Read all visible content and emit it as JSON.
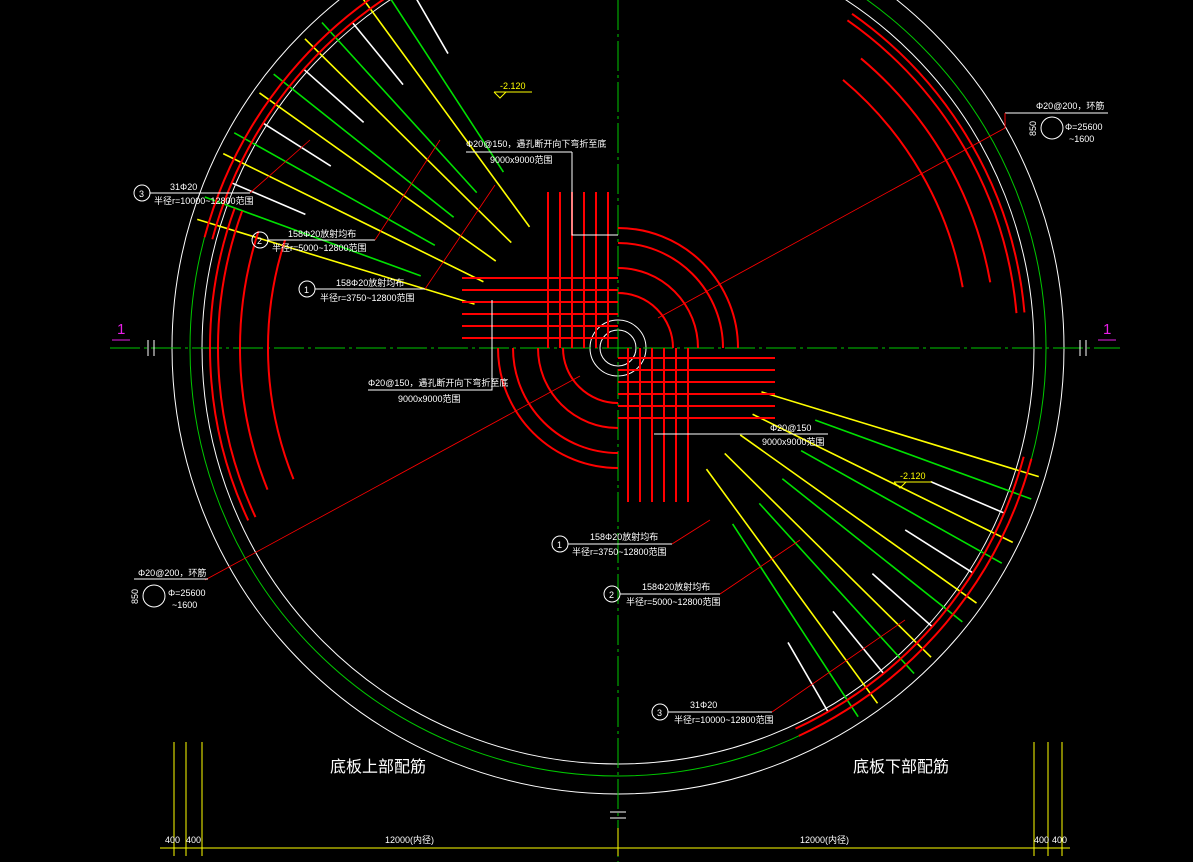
{
  "drawing": {
    "section_mark_left": "1",
    "section_mark_right": "1",
    "level_top": "-2.120",
    "level_bottom": "-2.120",
    "title_left": "底板上部配筋",
    "title_right": "底板下部配筋",
    "dim_left_a": "400",
    "dim_left_b": "400",
    "dim_left_main": "12000(内径)",
    "dim_right_main": "12000(内径)",
    "dim_right_a": "400",
    "dim_right_b": "400"
  },
  "callouts_upper": {
    "c3_num": "3",
    "c3_l1": "31Φ20",
    "c3_l2": "半径r=10000~12800范围",
    "c2_num": "2",
    "c2_l1": "158Φ20放射均布",
    "c2_l2": "半径r=5000~12800范围",
    "c1_num": "1",
    "c1_l1": "158Φ20放射均布",
    "c1_l2": "半径r=3750~12800范围",
    "grid_top_l1": "Φ20@150，遇孔断开向下弯折至底",
    "grid_top_l2": "9000x9000范围",
    "grid_mid_l1": "Φ20@150，遇孔断开向下弯折至底",
    "grid_mid_l2": "9000x9000范围",
    "ring_l1": "Φ20@200，环筋",
    "ring_d1": "Φ=25600",
    "ring_d2": "~1600",
    "ring_side": "850"
  },
  "callouts_lower": {
    "grid_l1": "Φ20@150",
    "grid_l2": "9000x9000范围",
    "c1_num": "1",
    "c1_l1": "158Φ20放射均布",
    "c1_l2": "半径r=3750~12800范围",
    "c2_num": "2",
    "c2_l1": "158Φ20放射均布",
    "c2_l2": "半径r=5000~12800范围",
    "c3_num": "3",
    "c3_l1": "31Φ20",
    "c3_l2": "半径r=10000~12800范围",
    "ring_l1": "Φ20@200，环筋",
    "ring_d1": "Φ=25600",
    "ring_d2": "~1600",
    "ring_side": "850"
  }
}
